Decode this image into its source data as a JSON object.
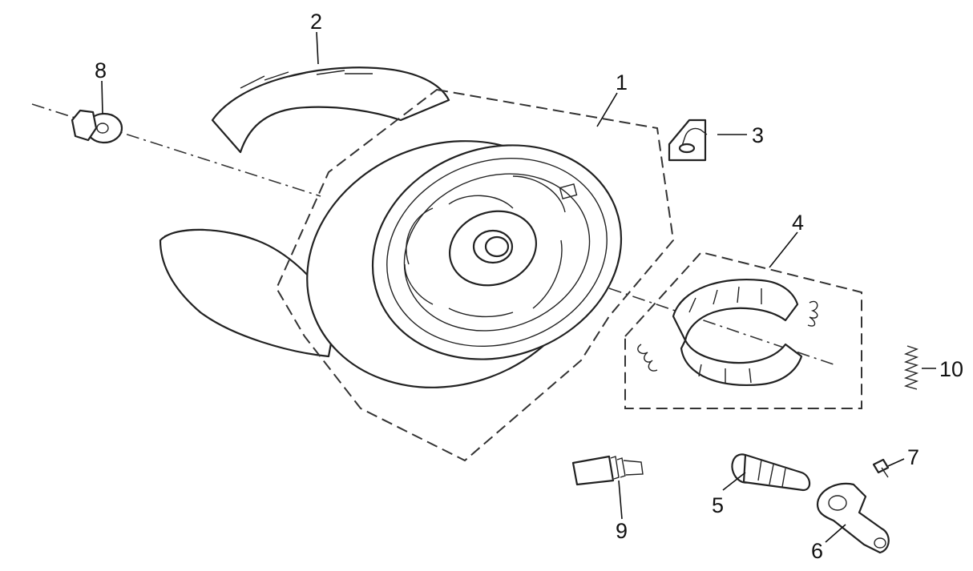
{
  "diagram": {
    "callouts": [
      {
        "id": "wheel-rim",
        "number": "1"
      },
      {
        "id": "tire",
        "number": "2"
      },
      {
        "id": "valve",
        "number": "3"
      },
      {
        "id": "brake-shoe-set",
        "number": "4"
      },
      {
        "id": "brake-cam",
        "number": "5"
      },
      {
        "id": "brake-arm",
        "number": "6"
      },
      {
        "id": "arm-bolt",
        "number": "7"
      },
      {
        "id": "axle-nut",
        "number": "8"
      },
      {
        "id": "wear-indicator",
        "number": "9"
      },
      {
        "id": "return-spring",
        "number": "10"
      }
    ]
  }
}
